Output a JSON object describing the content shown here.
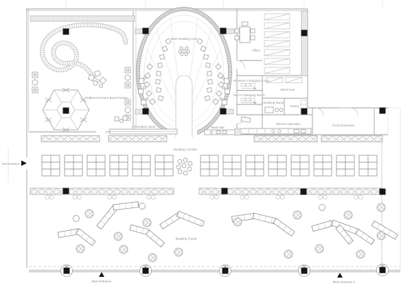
{
  "floor_plan": {
    "areas": {
      "main_reading_area": "Main Reading Area",
      "childrens_picture_book_pavilion": "Children's Picture Book Pavilion",
      "reading_corridor": "Reading Corridor",
      "reading_forest": "Reading Forest"
    },
    "rooms": {
      "office": "Office",
      "womens_changing_room": "Women's Changing Room",
      "mens_changing_room": "Men's Changing Room",
      "storeroom": "Storeroom",
      "sterilizing_room": "Sterilizing Room",
      "pantry": "Pantry",
      "kitchen_operation": "Kitchen Operation",
      "food_storeroom": "Food Storeroom"
    },
    "service_points": {
      "information_desk": "Information Desk",
      "water_bar": "Water Bar"
    },
    "entrances": {
      "second_entrance": "2nd Entrance",
      "main_entrance": "Main Entrance",
      "main_entrance_2": "Main Entrance 2"
    },
    "colors": {
      "background": "#ffffff",
      "wall_line": "#9b9b9b",
      "light_line": "#c9c9c9",
      "column": "#161616",
      "label_text": "#8a8a8a"
    }
  }
}
